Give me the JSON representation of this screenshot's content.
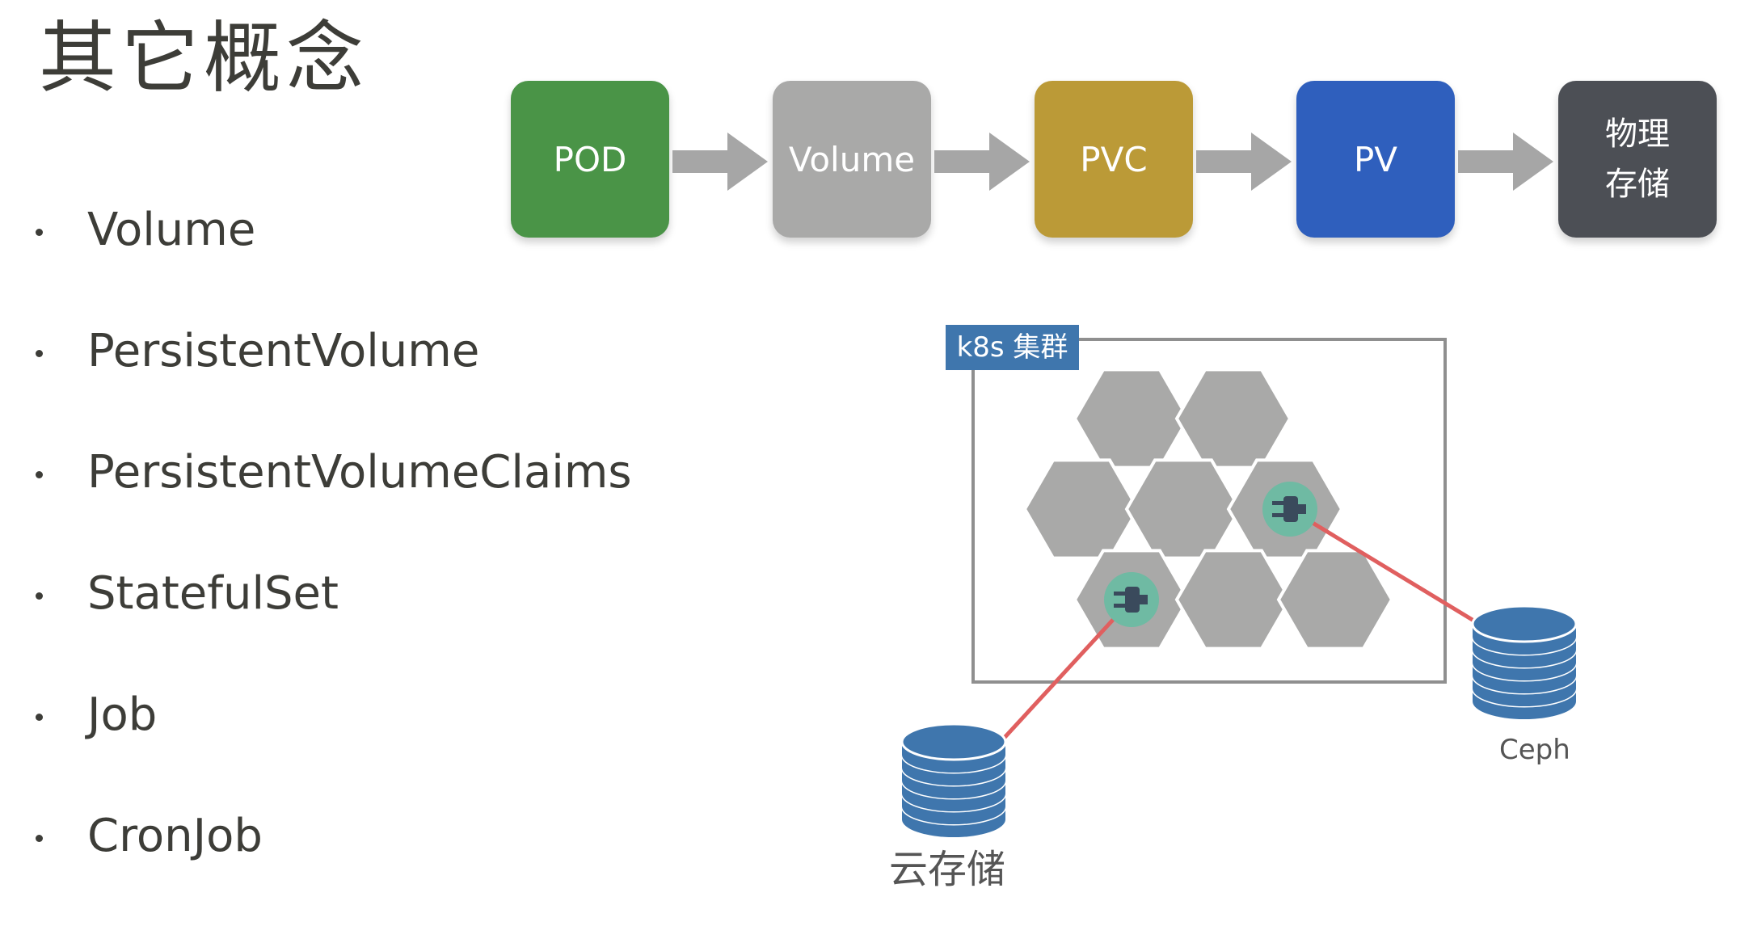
{
  "title": "其它概念",
  "bullets": [
    "Volume",
    "PersistentVolume",
    "PersistentVolumeClaims",
    "StatefulSet",
    "Job",
    "CronJob"
  ],
  "flow": {
    "boxes": [
      {
        "label": "POD",
        "color": "#4a9447"
      },
      {
        "label": "Volume",
        "color": "#a9a9a8"
      },
      {
        "label": "PVC",
        "color": "#bb9a37"
      },
      {
        "label": "PV",
        "color": "#2f5fbd"
      },
      {
        "label": "物理\n存储",
        "color": "#4c4f55"
      }
    ],
    "arrow_color": "#a6a6a6"
  },
  "cluster": {
    "label": "k8s 集群",
    "label_color": "#3f76ad",
    "hex_color": "#a9a9a8",
    "plug_bg_color": "#6fbaa3",
    "plug_icon_color": "#3a4a5c",
    "link_color": "#e05f5f",
    "storage_color": "#3f76ad"
  },
  "storages": [
    {
      "label": "云存储"
    },
    {
      "label": "Ceph"
    }
  ]
}
